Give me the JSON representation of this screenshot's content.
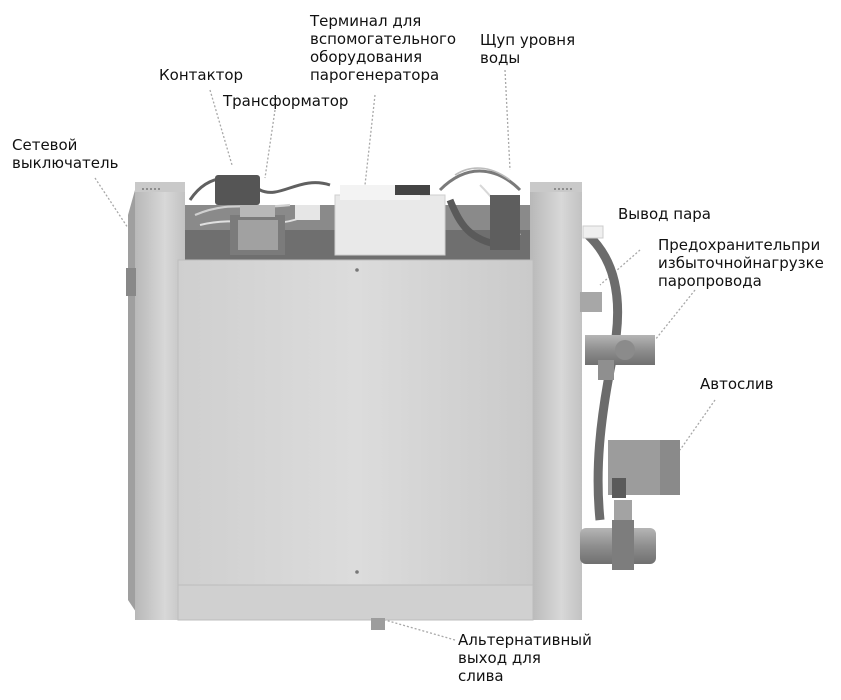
{
  "labels": {
    "main_switch": "Сетевой\nвыключатель",
    "contactor": "Контактор",
    "transformer": "Трансформатор",
    "aux_terminal": "Терминал для\nвспомогательного\nоборудования\nпарогенератора",
    "water_probe": "Щуп уровня\nводы",
    "steam_outlet": "Вывод пара",
    "overpressure_fuse": "Предохранительпри\nизбыточнойнагрузке\nпаропровода",
    "autodrain": "Автослив",
    "alt_drain": "Альтернативный\nвыход для\nслива"
  },
  "colors": {
    "cabinet_front": "#d4d4d4",
    "cabinet_side": "#c4c4c4",
    "frame": "#bdbdbd",
    "valve": "#9a9a9a",
    "leader": "#aaaaaa"
  }
}
